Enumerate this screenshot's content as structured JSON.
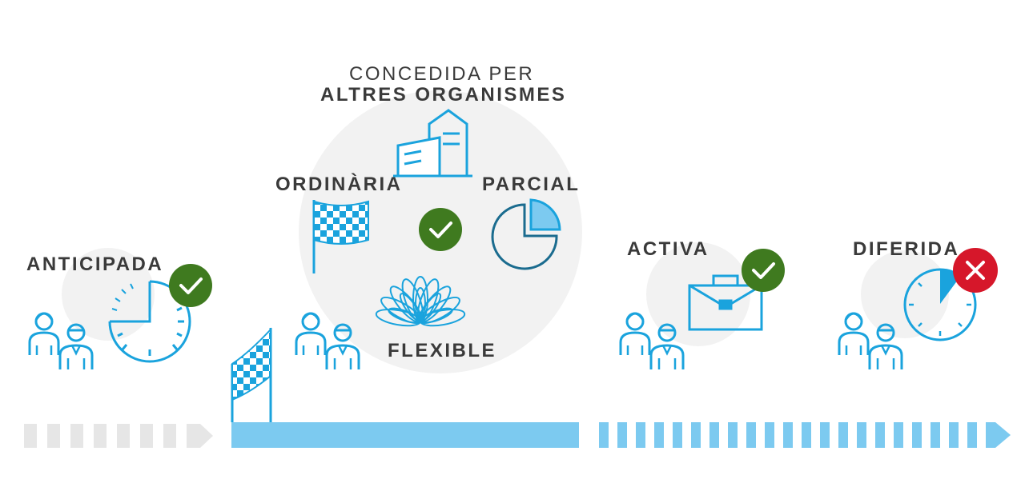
{
  "labels": {
    "concedida_line1": "CONCEDIDA PER",
    "concedida_line2": "ALTRES ORGANISMES",
    "ordinaria": "ORDINÀRIA",
    "parcial": "PARCIAL",
    "flexible": "FLEXIBLE",
    "anticipada": "ANTICIPADA",
    "activa": "ACTIVA",
    "diferida": "DIFERIDA"
  },
  "colors": {
    "blue": "#1aa3dd",
    "dark_blue": "#1b6c8f",
    "light_blue_bar": "#7ccaf0",
    "green": "#3f7a1f",
    "red": "#d6172a",
    "grey_circle": "#f2f2f2",
    "grey_bar": "#e6e6e6",
    "text": "#3a3a3a"
  },
  "icons": {
    "building": "building-icon",
    "flag": "checkered-flag-icon",
    "pie": "pie-chart-icon",
    "flower": "flower-icon",
    "clock": "clock-icon",
    "briefcase": "briefcase-icon",
    "people": "people-icon",
    "check": "check-icon",
    "cross": "cross-icon"
  }
}
